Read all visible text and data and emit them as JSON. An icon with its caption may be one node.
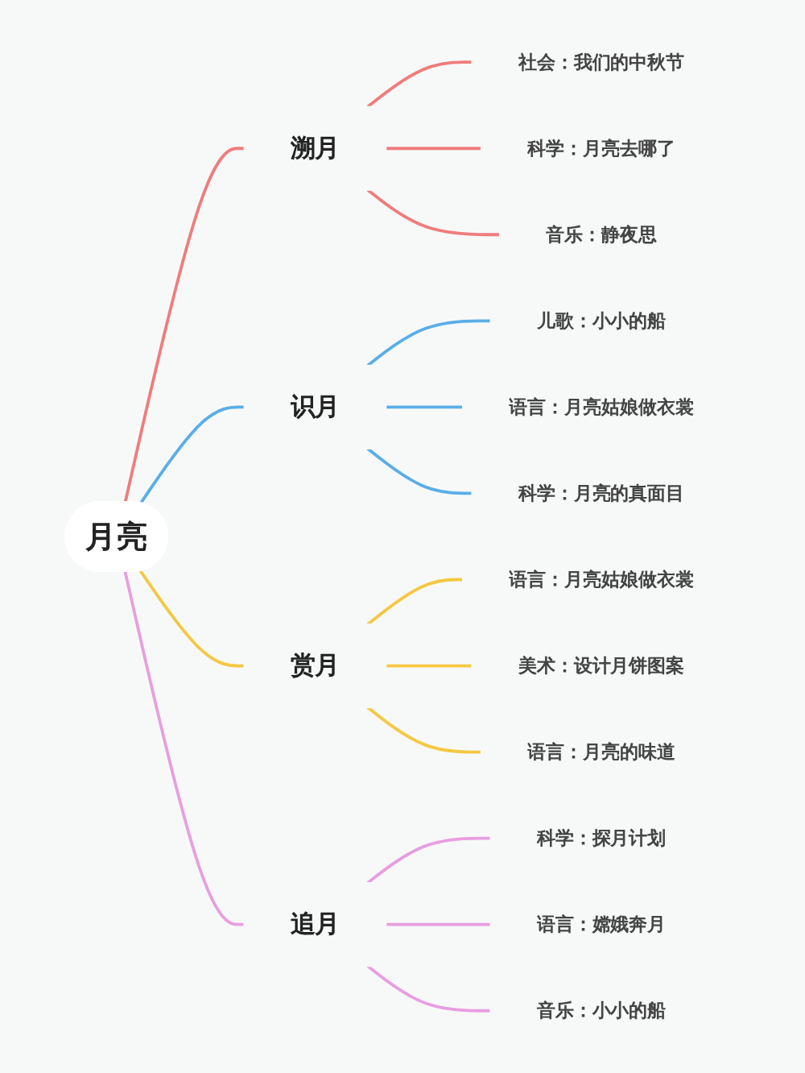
{
  "diagram": {
    "nodes": [
      {
        "text": [
          "月亮"
        ]
      },
      {
        "text": [
          "溯月"
        ]
      },
      {
        "text": [
          "社会：我们的中秋节"
        ]
      },
      {
        "text": [
          "科学：月亮去哪了"
        ]
      },
      {
        "text": [
          "音乐：静夜思"
        ]
      },
      {
        "text": [
          "识月"
        ]
      },
      {
        "text": [
          "儿歌：小小的船"
        ]
      },
      {
        "text": [
          "语言：月亮姑娘做衣裳"
        ]
      },
      {
        "text": [
          "科学：月亮的真面目"
        ]
      },
      {
        "text": [
          "赏月"
        ]
      },
      {
        "text": [
          "语言：月亮姑娘做衣裳"
        ]
      },
      {
        "text": [
          "美术：设计月饼图案"
        ]
      },
      {
        "text": [
          "语言：月亮的味道"
        ]
      },
      {
        "text": [
          "追月"
        ]
      },
      {
        "text": [
          "科学：探月计划"
        ]
      },
      {
        "text": [
          "语言：嫦娥奔月"
        ]
      },
      {
        "text": [
          "音乐：小小的船"
        ]
      }
    ],
    "edges": [
      {
        "from": 0,
        "to": 1,
        "arrow": "none",
        "color": "#f07c7c"
      },
      {
        "from": 1,
        "to": 2,
        "arrow": "none",
        "color": "#f07c7c"
      },
      {
        "from": 1,
        "to": 3,
        "arrow": "none",
        "color": "#f07c7c"
      },
      {
        "from": 1,
        "to": 4,
        "arrow": "none",
        "color": "#f07c7c"
      },
      {
        "from": 0,
        "to": 5,
        "arrow": "none",
        "color": "#5aaee8"
      },
      {
        "from": 5,
        "to": 6,
        "arrow": "none",
        "color": "#5aaee8"
      },
      {
        "from": 5,
        "to": 7,
        "arrow": "none",
        "color": "#5aaee8"
      },
      {
        "from": 5,
        "to": 8,
        "arrow": "none",
        "color": "#5aaee8"
      },
      {
        "from": 0,
        "to": 9,
        "arrow": "none",
        "color": "#f5c842"
      },
      {
        "from": 9,
        "to": 10,
        "arrow": "none",
        "color": "#f5c842"
      },
      {
        "from": 9,
        "to": 11,
        "arrow": "none",
        "color": "#f5c842"
      },
      {
        "from": 9,
        "to": 12,
        "arrow": "none",
        "color": "#f5c842"
      },
      {
        "from": 0,
        "to": 13,
        "arrow": "none",
        "color": "#e89ee0"
      },
      {
        "from": 13,
        "to": 14,
        "arrow": "none",
        "color": "#e89ee0"
      },
      {
        "from": 13,
        "to": 15,
        "arrow": "none",
        "color": "#e89ee0"
      },
      {
        "from": 13,
        "to": 16,
        "arrow": "none",
        "color": "#e89ee0"
      }
    ]
  }
}
